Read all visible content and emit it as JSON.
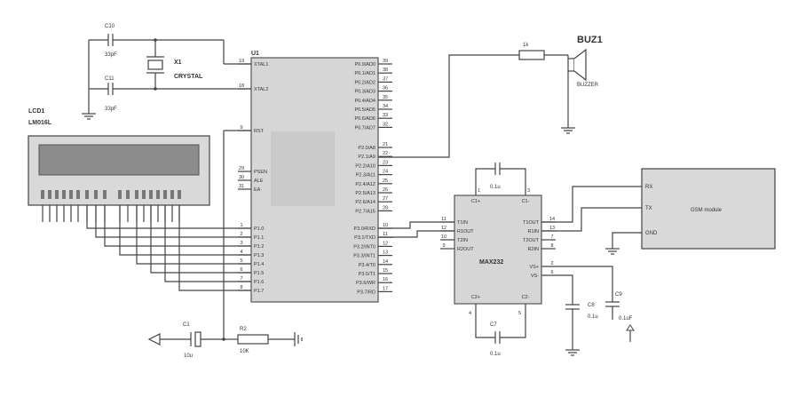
{
  "components": {
    "c10": {
      "ref": "C10",
      "value": "33pF"
    },
    "c11": {
      "ref": "C11",
      "value": "33pF"
    },
    "x1": {
      "ref": "X1",
      "value": "CRYSTAL"
    },
    "lcd": {
      "ref": "LCD1",
      "value": "LM016L"
    },
    "c1": {
      "ref": "C1",
      "value": "10u"
    },
    "r2": {
      "ref": "R2",
      "value": "10K"
    },
    "r1": {
      "value": "1k"
    },
    "buz": {
      "ref": "BUZ1",
      "value": "BUZZER"
    },
    "c7": {
      "ref": "C7",
      "value": "0.1u"
    },
    "ctop": {
      "value": "0.1u"
    },
    "c8": {
      "ref": "C8",
      "value": "0.1u"
    },
    "c9": {
      "ref": "C9",
      "value": "0.1uF"
    },
    "gsm": {
      "label": "GSM module",
      "pins": [
        "RX",
        "TX",
        "GND"
      ]
    }
  },
  "u1": {
    "ref": "U1",
    "left_pins": [
      {
        "num": "19",
        "name": "XTAL1"
      },
      {
        "num": "18",
        "name": "XTAL2"
      },
      {
        "num": "9",
        "name": "RST"
      },
      {
        "num": "29",
        "name": "PSEN"
      },
      {
        "num": "30",
        "name": "ALE"
      },
      {
        "num": "31",
        "name": "EA"
      },
      {
        "num": "1",
        "name": "P1.0"
      },
      {
        "num": "2",
        "name": "P1.1"
      },
      {
        "num": "3",
        "name": "P1.2"
      },
      {
        "num": "4",
        "name": "P1.3"
      },
      {
        "num": "5",
        "name": "P1.4"
      },
      {
        "num": "6",
        "name": "P1.5"
      },
      {
        "num": "7",
        "name": "P1.6"
      },
      {
        "num": "8",
        "name": "P1.7"
      }
    ],
    "right_pins": [
      {
        "num": "39",
        "name": "P0.0/AD0"
      },
      {
        "num": "38",
        "name": "P0.1/AD1"
      },
      {
        "num": "37",
        "name": "P0.2/AD2"
      },
      {
        "num": "36",
        "name": "P0.3/AD3"
      },
      {
        "num": "35",
        "name": "P0.4/AD4"
      },
      {
        "num": "34",
        "name": "P0.5/AD5"
      },
      {
        "num": "33",
        "name": "P0.6/AD6"
      },
      {
        "num": "32",
        "name": "P0.7/AD7"
      },
      {
        "num": "21",
        "name": "P2.0/A8"
      },
      {
        "num": "22",
        "name": "P2.1/A9"
      },
      {
        "num": "23",
        "name": "P2.2/A10"
      },
      {
        "num": "24",
        "name": "P2.3/A11"
      },
      {
        "num": "25",
        "name": "P2.4/A12"
      },
      {
        "num": "26",
        "name": "P2.5/A13"
      },
      {
        "num": "27",
        "name": "P2.6/A14"
      },
      {
        "num": "28",
        "name": "P2.7/A15"
      },
      {
        "num": "10",
        "name": "P3.0/RXD"
      },
      {
        "num": "11",
        "name": "P3.1/TXD"
      },
      {
        "num": "12",
        "name": "P3.2/INT0"
      },
      {
        "num": "13",
        "name": "P3.3/INT1"
      },
      {
        "num": "14",
        "name": "P3.4/T0"
      },
      {
        "num": "15",
        "name": "P3.5/T1"
      },
      {
        "num": "16",
        "name": "P3.6/WR"
      },
      {
        "num": "17",
        "name": "P3.7/RD"
      }
    ]
  },
  "max232": {
    "label": "MAX232",
    "left_pins": [
      {
        "num": "11",
        "name": "T1IN"
      },
      {
        "num": "12",
        "name": "R1OUT"
      },
      {
        "num": "10",
        "name": "T2IN"
      },
      {
        "num": "9",
        "name": "R2OUT"
      }
    ],
    "right_pins": [
      {
        "num": "14",
        "name": "T1OUT"
      },
      {
        "num": "13",
        "name": "R1IN"
      },
      {
        "num": "7",
        "name": "T2OUT"
      },
      {
        "num": "8",
        "name": "R2IN"
      }
    ],
    "top_pins": [
      {
        "num": "1",
        "name": "C1+"
      },
      {
        "num": "3",
        "name": "C1-"
      }
    ],
    "bottom_pins": [
      {
        "num": "4",
        "name": "C2+"
      },
      {
        "num": "5",
        "name": "C2-"
      }
    ],
    "supply_pins": [
      {
        "num": "2",
        "name": "VS+"
      },
      {
        "num": "6",
        "name": "VS-"
      }
    ]
  }
}
